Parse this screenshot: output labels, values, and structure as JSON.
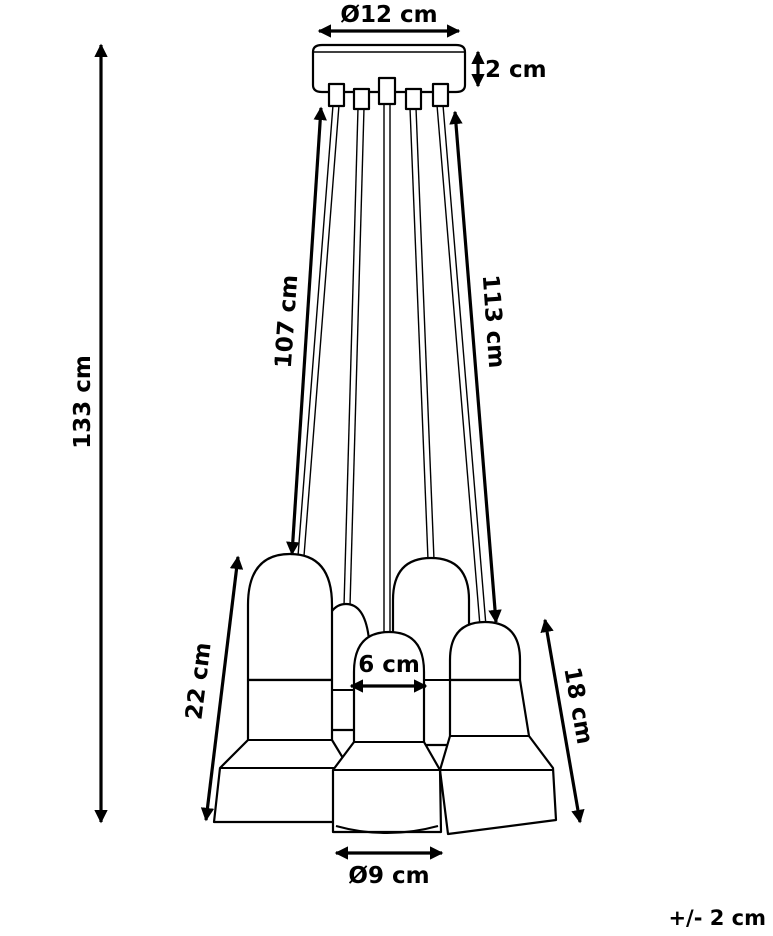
{
  "dimensions": {
    "canopy_diameter": "Ø12 cm",
    "canopy_height": "2 cm",
    "total_height": "133 cm",
    "cable_short": "107 cm",
    "cable_long": "113 cm",
    "shade_large_height": "22 cm",
    "shade_small_height": "18 cm",
    "shade_top_width": "6 cm",
    "shade_bottom_diameter": "Ø9 cm"
  },
  "tolerance": "+/- 2 cm"
}
